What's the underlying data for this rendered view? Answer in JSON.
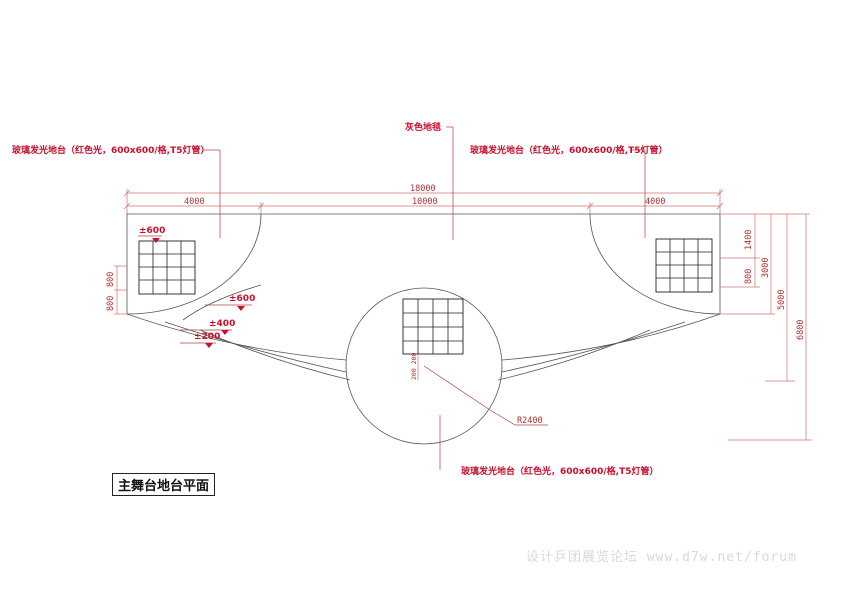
{
  "title": "主舞台地台平面",
  "watermark": "设计乒团展览论坛 www.d7w.net/forum",
  "colors": {
    "annotation": "#c8102e",
    "dimension": "#b03030",
    "linework": "#555555"
  },
  "labels": {
    "left_platform": "玻璃发光地台（红色光，600x600/格,T5灯管）",
    "right_platform": "玻璃发光地台（红色光，600x600/格,T5灯管）",
    "center_platform": "玻璃发光地台（红色光，600x600/格,T5灯管）",
    "carpet": "灰色地毯",
    "radius": "R2400"
  },
  "dimensions": {
    "overall": "18000",
    "left_width": "4000",
    "middle_width": "10000",
    "right_width": "4000",
    "right_1400": "1400",
    "right_800": "800",
    "right_3000": "3000",
    "right_5000": "5000",
    "right_6800": "6800",
    "left_800_top": "800",
    "left_800_bottom": "800",
    "center_small": "200 200"
  },
  "elevations": {
    "e1": "±600",
    "e2": "±600",
    "e3": "±400",
    "e4": "±200"
  }
}
